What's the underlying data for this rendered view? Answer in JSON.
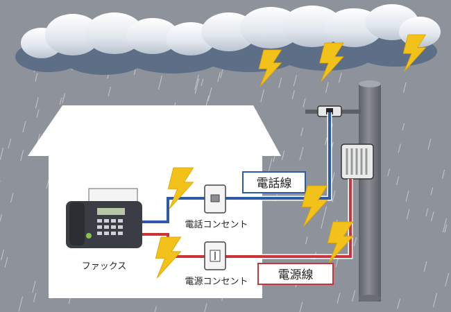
{
  "labels": {
    "fax": "ファックス",
    "phone_outlet": "電話コンセント",
    "power_outlet": "電源コンセント",
    "phone_line": "電話線",
    "power_line": "電源線"
  },
  "colors": {
    "sky": "#8d929b",
    "house": "#ffffff",
    "phone_wire": "#2a5aa8",
    "power_wire": "#c8343a",
    "lightning": "#f2c21a",
    "pole": "#777b81"
  },
  "icons": {
    "cloud": "cloud-icon",
    "lightning": "lightning-bolt-icon",
    "fax": "fax-machine-icon",
    "phone_outlet": "phone-jack-icon",
    "power_outlet": "power-socket-icon",
    "pole": "utility-pole-icon",
    "transformer": "transformer-icon"
  }
}
